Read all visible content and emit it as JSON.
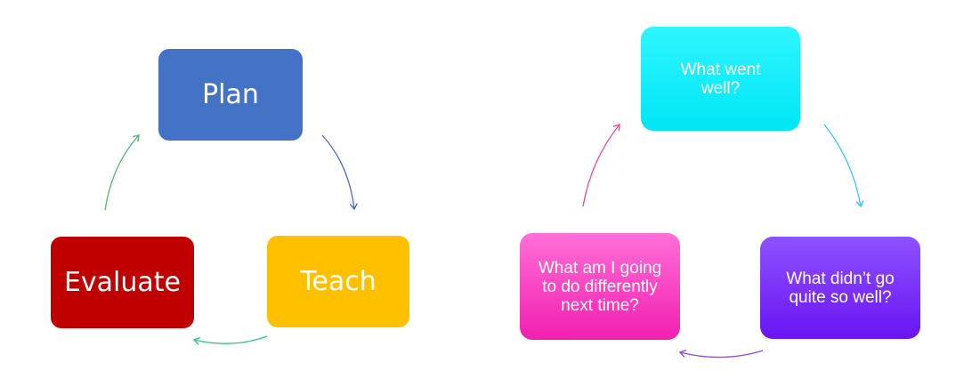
{
  "cycle_left": {
    "nodes": [
      {
        "id": "plan",
        "label": "Plan",
        "color": "#4472c4"
      },
      {
        "id": "teach",
        "label": "Teach",
        "color": "#ffc000"
      },
      {
        "id": "evaluate",
        "label": "Evaluate",
        "color": "#c00000"
      }
    ],
    "arrow_colors": {
      "plan_to_teach": "#4a6cc4",
      "teach_to_evaluate": "#2ec488",
      "evaluate_to_plan": "#4bb86a"
    }
  },
  "cycle_right": {
    "nodes": [
      {
        "id": "went-well",
        "label": "What went well?",
        "color": "#00e5f5"
      },
      {
        "id": "didnt-go",
        "label": "What didn’t go quite so well?",
        "color": "#7a2cf8"
      },
      {
        "id": "differently",
        "label": "What am I going to do differently next time?",
        "color": "#fa3fc4"
      }
    ],
    "arrow_colors": {
      "went_to_didnt": "#34c8ee",
      "didnt_to_differently": "#8a4af0",
      "differently_to_went": "#f0479c"
    }
  }
}
